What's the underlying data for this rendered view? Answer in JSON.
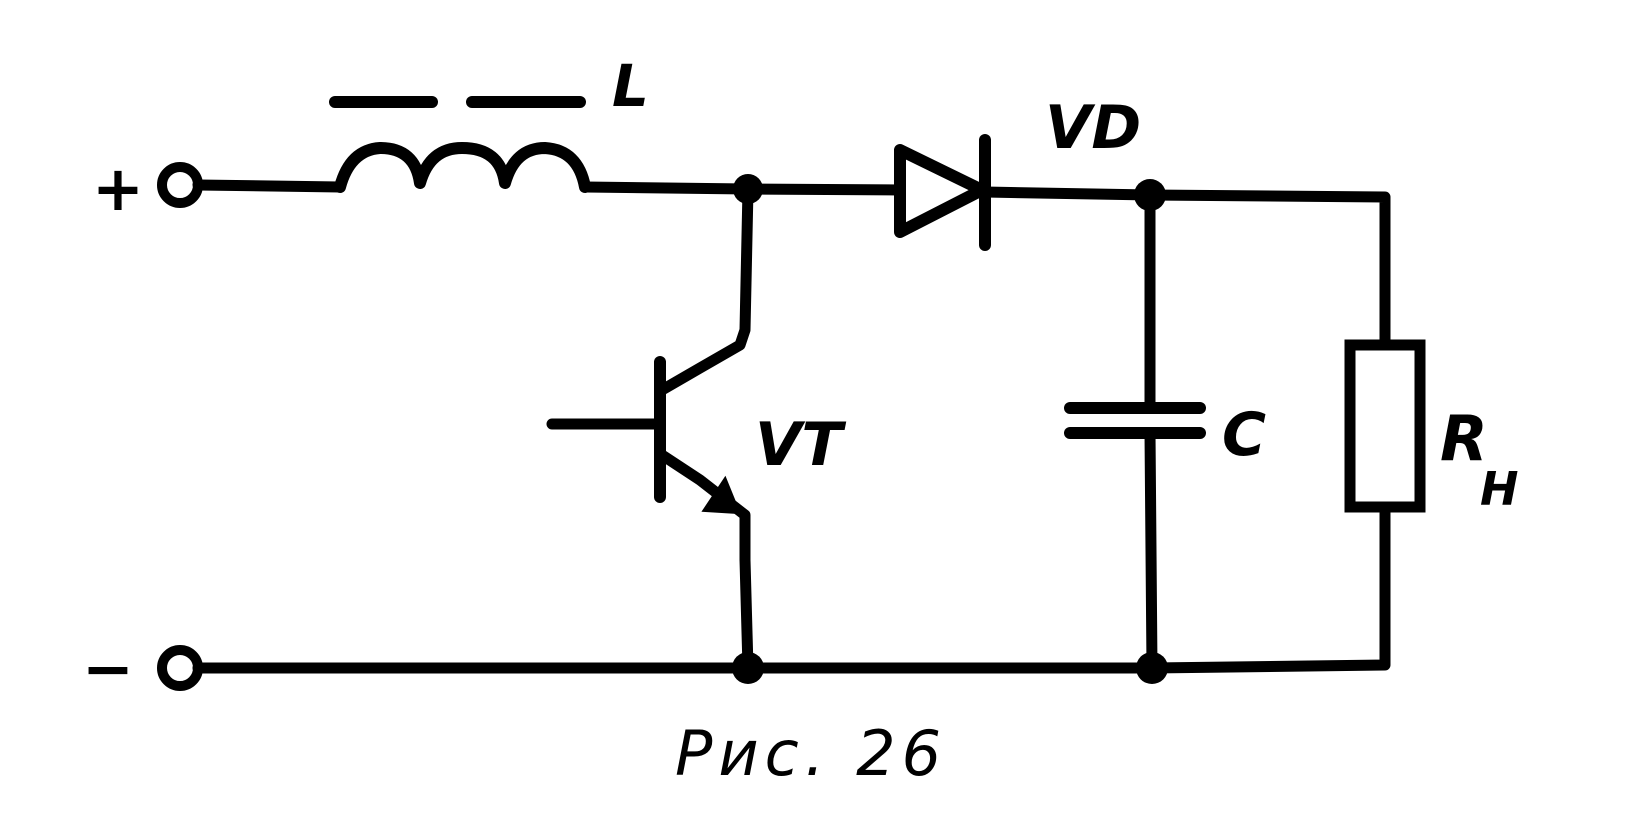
{
  "terminals": {
    "plus": "+",
    "minus": "−"
  },
  "components": {
    "inductor": "L",
    "diode": "VD",
    "transistor": "VT",
    "capacitor": "C",
    "resistor": {
      "main": "R",
      "sub": "H"
    }
  },
  "caption": "Рис. 26"
}
